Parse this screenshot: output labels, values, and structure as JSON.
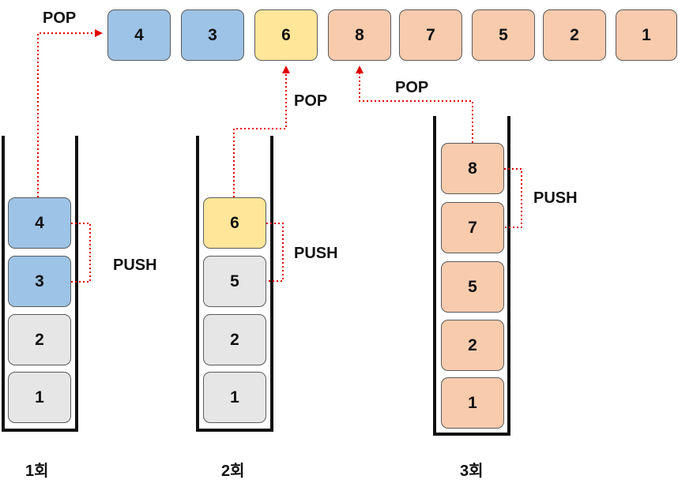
{
  "colors": {
    "blue": "#9dc3e6",
    "yellow": "#ffe699",
    "orange": "#f8cbad",
    "gray": "#e7e6e6",
    "arrow": "#e00000"
  },
  "output": [
    {
      "value": "4",
      "color": "blue"
    },
    {
      "value": "3",
      "color": "blue"
    },
    {
      "value": "6",
      "color": "yellow"
    },
    {
      "value": "8",
      "color": "orange"
    },
    {
      "value": "7",
      "color": "orange"
    },
    {
      "value": "5",
      "color": "orange"
    },
    {
      "value": "2",
      "color": "orange"
    },
    {
      "value": "1",
      "color": "orange"
    }
  ],
  "stacks": [
    {
      "round_label": "1회",
      "push_label": "PUSH",
      "pop_label": "POP",
      "items": [
        {
          "value": "4",
          "color": "blue"
        },
        {
          "value": "3",
          "color": "blue"
        },
        {
          "value": "2",
          "color": "gray"
        },
        {
          "value": "1",
          "color": "gray"
        }
      ]
    },
    {
      "round_label": "2회",
      "push_label": "PUSH",
      "pop_label": "POP",
      "items": [
        {
          "value": "6",
          "color": "yellow"
        },
        {
          "value": "5",
          "color": "gray"
        },
        {
          "value": "2",
          "color": "gray"
        },
        {
          "value": "1",
          "color": "gray"
        }
      ]
    },
    {
      "round_label": "3회",
      "push_label": "PUSH",
      "pop_label": "POP",
      "items": [
        {
          "value": "8",
          "color": "orange"
        },
        {
          "value": "7",
          "color": "orange"
        },
        {
          "value": "5",
          "color": "orange"
        },
        {
          "value": "2",
          "color": "orange"
        },
        {
          "value": "1",
          "color": "orange"
        }
      ]
    }
  ]
}
